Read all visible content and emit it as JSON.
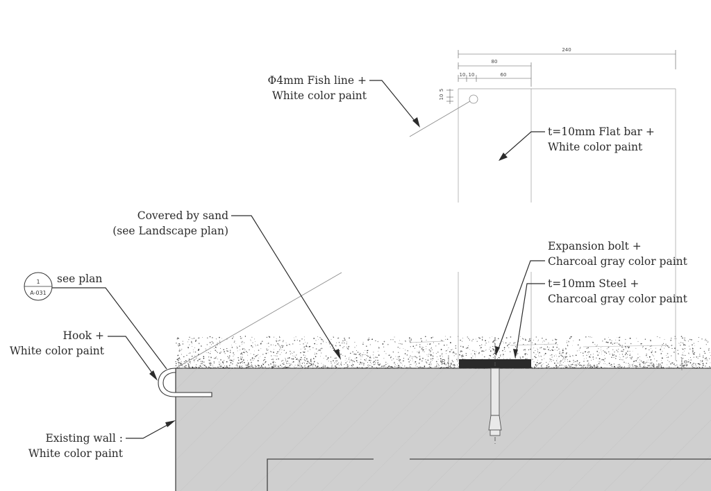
{
  "labels": {
    "fish_line_1": "Φ4mm Fish line +",
    "fish_line_2": "White color paint",
    "flat_bar_1": "t=10mm Flat bar +",
    "flat_bar_2": "White color paint",
    "sand_1": "Covered by sand",
    "sand_2": "(see Landscape plan)",
    "bolt_1": "Expansion bolt +",
    "bolt_2": "Charcoal gray color paint",
    "steel_1": "t=10mm Steel +",
    "steel_2": "Charcoal gray color paint",
    "see_plan": "see plan",
    "hook_1": "Hook +",
    "hook_2": "White color paint",
    "wall_1": "Existing wall :",
    "wall_2": "White color paint"
  },
  "section_ref": {
    "number": "1",
    "sheet": "A-031"
  },
  "dimensions": {
    "overall": "240",
    "bar_width": "80",
    "d1": "10",
    "d2": "10",
    "d3": "60",
    "v1": "10",
    "v2": "5",
    "plate_right": "10",
    "plate_left": "10"
  },
  "colors": {
    "concrete": "#cfcfcf",
    "steel_plate": "#2a2a2a",
    "line": "#2b2b2b"
  }
}
